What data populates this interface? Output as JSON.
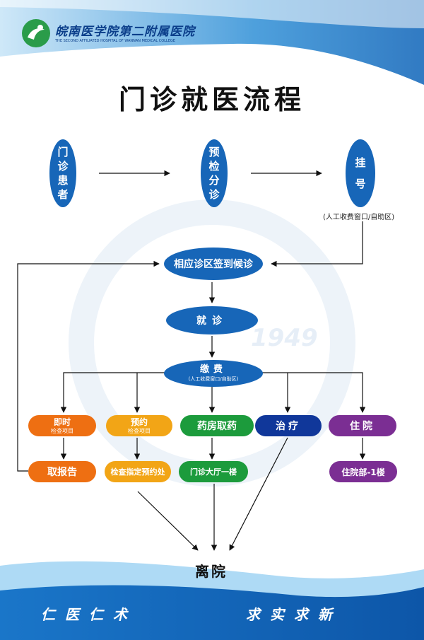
{
  "header": {
    "hospital_name": "皖南医学院第二附属医院",
    "hospital_name_en": "THE SECOND AFFILIATED HOSPITAL OF WANNAN MEDICAL COLLEGE"
  },
  "title": "门诊就医流程",
  "watermark": "1949",
  "steps": {
    "patient": "门诊患者",
    "triage": "预检分诊",
    "register": "挂号",
    "register_note": "(人工收费窗口/自助区)",
    "wait": "相应诊区签到候诊",
    "consult": "就诊",
    "pay": "缴费",
    "pay_note": "(人工收费窗口/自助区)",
    "instant_exam": "即时",
    "instant_exam_sub": "检查项目",
    "booked_exam": "预约",
    "booked_exam_sub": "检查项目",
    "pharmacy": "药房取药",
    "treatment": "治疗",
    "admission": "住院",
    "get_report": "取报告",
    "exam_booking_office": "检查指定预约处",
    "hall_first_floor": "门诊大厅一楼",
    "inpatient_dept": "住院部-1楼",
    "leave": "离院"
  },
  "footer": {
    "slogan_left": "仁医仁术",
    "slogan_right": "求实求新"
  },
  "colors": {
    "blue": "#1766b8",
    "navy": "#10379a",
    "orange": "#ee6f12",
    "amber": "#f2a516",
    "green": "#1c9b3c",
    "purple": "#7b2e93"
  }
}
